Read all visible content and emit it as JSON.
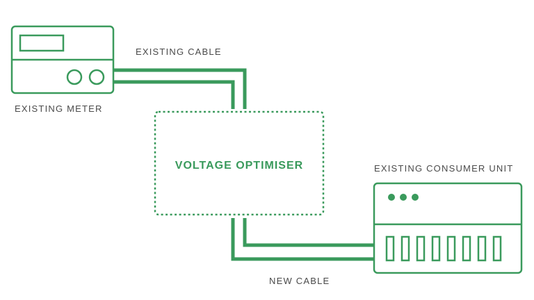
{
  "colors": {
    "accent": "#3a9a5c",
    "label_text": "#4a4a4a",
    "background": "#ffffff"
  },
  "labels": {
    "existing_cable": "EXISTING CABLE",
    "existing_meter": "EXISTING METER",
    "voltage_optimiser": "VOLTAGE OPTIMISER",
    "existing_consumer_unit": "EXISTING CONSUMER UNIT",
    "new_cable": "NEW CABLE"
  },
  "meter": {
    "dials": 2
  },
  "consumer_unit": {
    "indicator_dots": 3,
    "breakers": 8
  }
}
